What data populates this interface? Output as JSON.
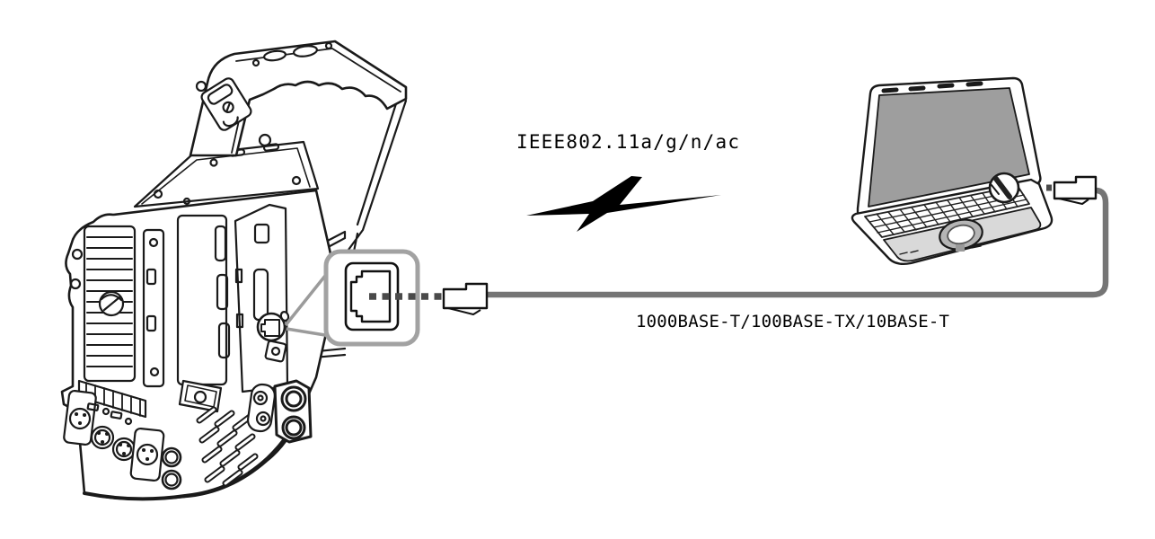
{
  "page": {
    "background": "#ffffff"
  },
  "labels": {
    "wireless": "IEEE802.11a/g/n/ac",
    "wired": "1000BASE-T/100BASE-TX/10BASE-T"
  },
  "colors": {
    "line": "#1a1a1a",
    "callout_border": "#a2a2a2",
    "callout_leader": "#9b9b9b",
    "cable": "#757575",
    "dash": "#4a4a4a",
    "screen": "#9e9e9e",
    "palmrest": "#d9d9d9",
    "bolt": "#000000"
  },
  "icons": {
    "wireless_link": "lightning-bolt-icon",
    "wired_link": "ethernet-cable",
    "camera_port": "rj45-jack-icon",
    "cable_end": "rj45-plug-icon",
    "laptop_port": "lan-port-circle-callout"
  }
}
